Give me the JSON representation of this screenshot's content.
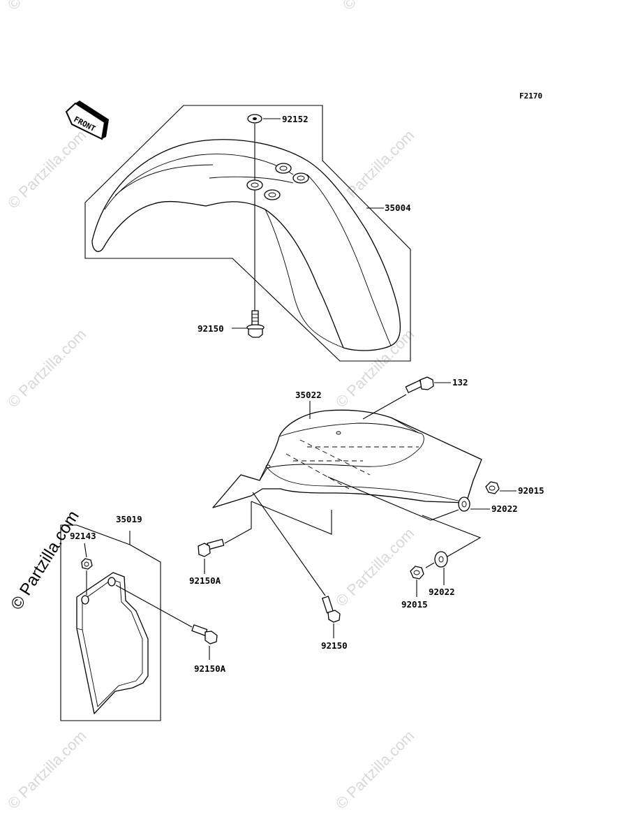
{
  "figure_code": "F2170",
  "front_arrow_label": "FRONT",
  "watermark": {
    "text": "© Partzilla.com",
    "side_text": "© Partzilla.com"
  },
  "parts": {
    "front_fender": "35004",
    "front_fender_washer": "92152",
    "front_fender_bolt": "92150",
    "rear_fender": "35022",
    "rear_fender_bolt_top": "132",
    "rear_nut_right": "92015",
    "rear_collar_right": "92022",
    "rear_bolt_left": "92150A",
    "rear_nut_lower": "92015",
    "rear_collar_lower": "92022",
    "rear_bolt_lower": "92150",
    "mud_flap": "35019",
    "mud_flap_grommet": "92143",
    "mud_flap_bolt": "92150A"
  }
}
